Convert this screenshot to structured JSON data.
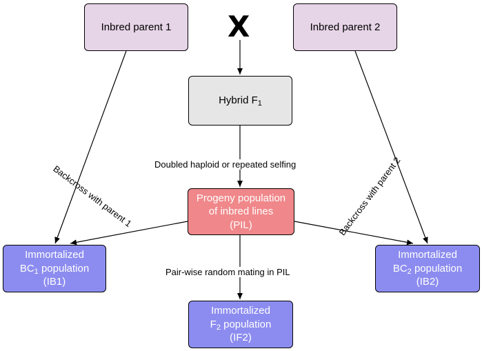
{
  "nodes": {
    "parent1": "Inbred parent 1",
    "parent2": "Inbred parent 2",
    "cross_symbol": "X",
    "hybrid": {
      "text": "Hybrid F",
      "sub": "1"
    },
    "pil": {
      "line1": "Progeny population",
      "line2": "of inbred lines",
      "line3": "(PIL)"
    },
    "ib1": {
      "line1": "Immortalized",
      "line2_pre": "BC",
      "line2_sub": "1",
      "line2_post": " population",
      "line3": "(IB1)"
    },
    "ib2": {
      "line1": "Immortalized",
      "line2_pre": "BC",
      "line2_sub": "2",
      "line2_post": " population",
      "line3": "(IB2)"
    },
    "if2": {
      "line1": "Immortalized",
      "line2_pre": "F",
      "line2_sub": "2",
      "line2_post": " population",
      "line3": "(IF2)"
    }
  },
  "edge_labels": {
    "doubled": "Doubled haploid or repeated selfing",
    "backcross1": "Backcross with parent 1",
    "backcross2": "Backcross with parent 2",
    "pairwise": "Pair-wise random mating in PIL"
  },
  "colors": {
    "parent_fill": "#e6d4e7",
    "hybrid_fill": "#e6e6e6",
    "pil_fill": "#f0878a",
    "immortalized_fill": "#8c8cf0"
  }
}
